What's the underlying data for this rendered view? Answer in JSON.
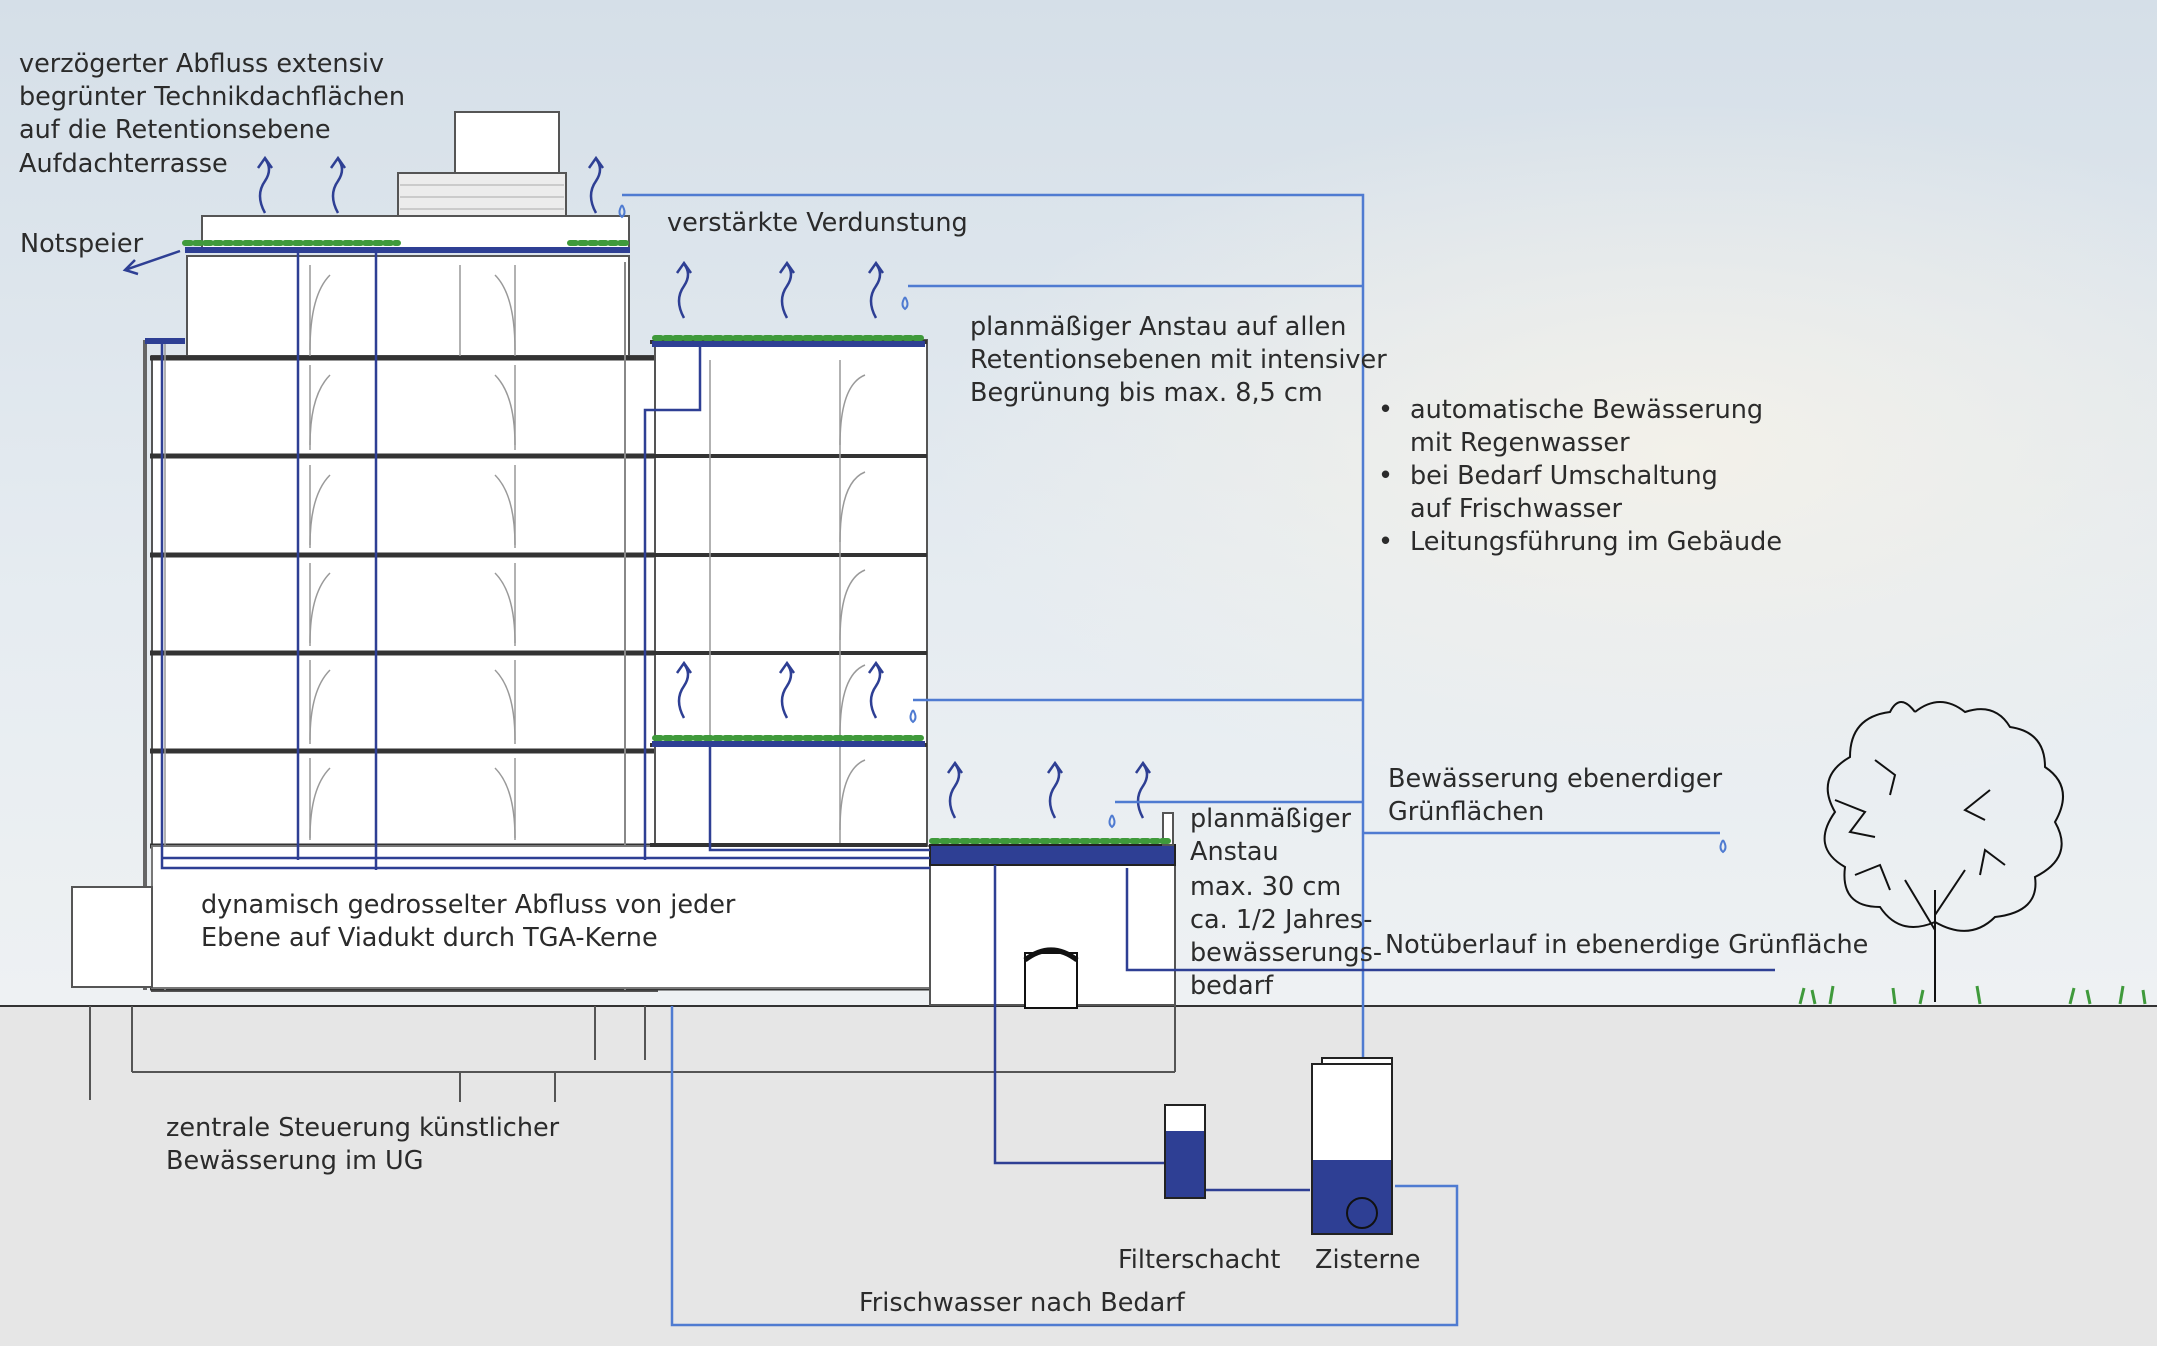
{
  "labels": {
    "roof_runoff": [
      "verzögerter Abfluss extensiv",
      "begrünter Technikdachflächen",
      "auf die Retentionsebene",
      "Aufdachterrasse"
    ],
    "notspeier": "Notspeier",
    "evaporation": "verstärkte Verdunstung",
    "planned_retention": [
      "planmäßiger Anstau auf allen",
      "Retentionsebenen mit intensiver",
      "Begrünung bis max. 8,5 cm"
    ],
    "irrigation_bullets": [
      "automatische Bewässerung\nmit Regenwasser",
      "bei Bedarf Umschaltung\nauf Frischwasser",
      "Leitungsführung im Gebäude"
    ],
    "ground_irrigation": [
      "Bewässerung ebenerdiger",
      "Grünflächen"
    ],
    "viaduct_retention": [
      "planmäßiger",
      "Anstau",
      "max. 30 cm",
      "ca. 1/2 Jahres-",
      "bewässerungs-",
      "bedarf"
    ],
    "emergency_overflow": "Notüberlauf in ebenerdige Grünfläche",
    "dynamic_runoff": [
      "dynamisch gedrosselter Abfluss von jeder",
      "Ebene auf Viadukt durch TGA-Kerne"
    ],
    "central_control": [
      "zentrale Steuerung künstlicher",
      "Bewässerung im UG"
    ],
    "filter_shaft": "Filterschacht",
    "cistern": "Zisterne",
    "fresh_water": "Frischwasser nach Bedarf"
  },
  "colors": {
    "sky": "#dfe7ee",
    "ground": "#e6e6e6",
    "water": "#2e3f94",
    "pipe": "#4f7bd1",
    "green": "#3f9a3b",
    "line": "#333333"
  }
}
